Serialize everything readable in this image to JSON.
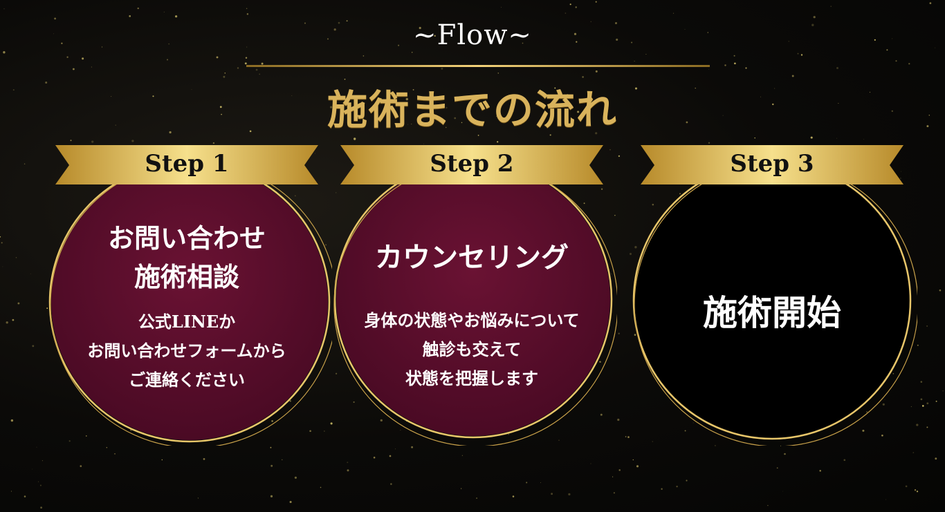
{
  "header": {
    "eyebrow": "~Flow~",
    "title": "施術までの流れ"
  },
  "colors": {
    "gold": "#d9b35c",
    "maroon": "#5a0c2b",
    "black": "#000000"
  },
  "steps": [
    {
      "label": "Step 1",
      "title_lines": [
        "お問い合わせ",
        "施術相談"
      ],
      "description_lines": [
        "公式LINEか",
        "お問い合わせフォームから",
        "ご連絡ください"
      ]
    },
    {
      "label": "Step 2",
      "title_lines": [
        "カウンセリング"
      ],
      "description_lines": [
        "身体の状態やお悩みについて",
        "触診も交えて",
        "状態を把握します"
      ]
    },
    {
      "label": "Step 3",
      "title_lines": [
        "施術開始"
      ],
      "description_lines": []
    }
  ]
}
